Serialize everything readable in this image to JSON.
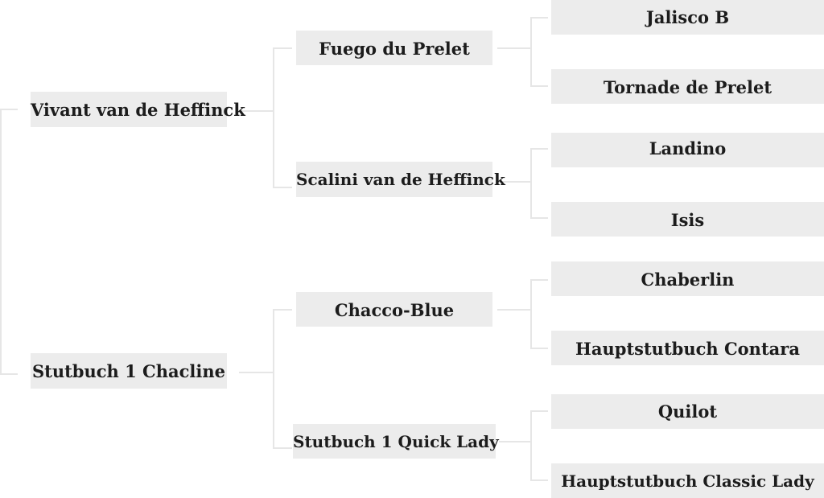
{
  "pedigree": {
    "sire": {
      "name": "Vivant van de Heffinck",
      "sire": {
        "name": "Fuego du Prelet",
        "sire": "Jalisco B",
        "dam": "Tornade de Prelet"
      },
      "dam": {
        "name": "Scalini van de Heffinck",
        "sire": "Landino",
        "dam": "Isis"
      }
    },
    "dam": {
      "name": "Stutbuch 1 Chacline",
      "sire": {
        "name": "Chacco-Blue",
        "sire": "Chaberlin",
        "dam": "Hauptstutbuch Contara"
      },
      "dam": {
        "name": "Stutbuch 1 Quick Lady",
        "sire": "Quilot",
        "dam": "Hauptstutbuch Classic Lady"
      }
    }
  },
  "colors": {
    "box_fill": "#ececec",
    "connector": "#e6e6e6",
    "text": "#1c1c1c",
    "background": "#ffffff"
  }
}
